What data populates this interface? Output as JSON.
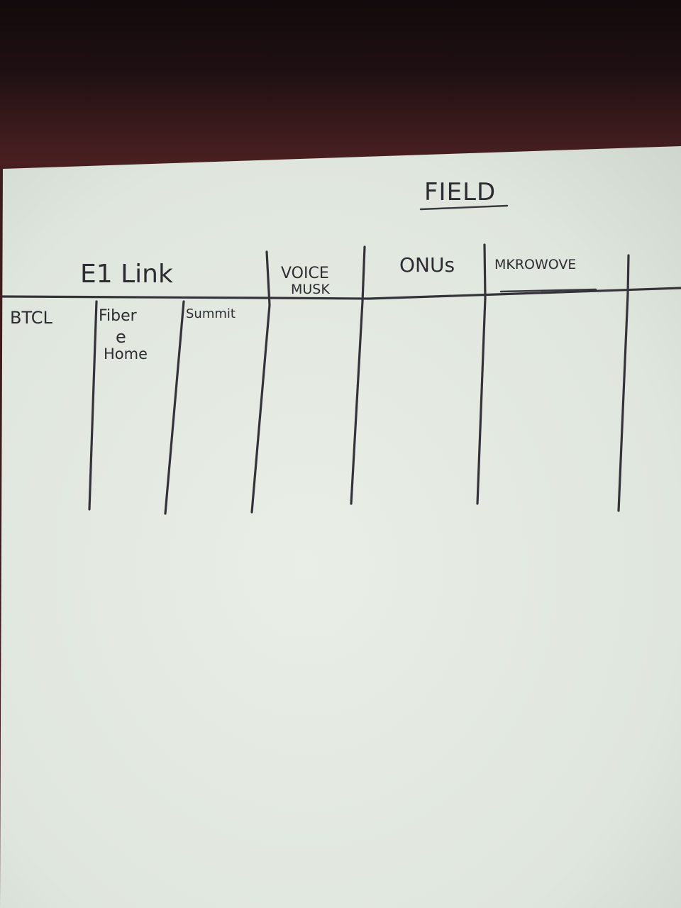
{
  "title": "FIELD",
  "header": {
    "e1_link": "E1 Link",
    "voice_musk_line1": "VOICE",
    "voice_musk_line2": "MUSK",
    "onus": "ONUs",
    "microwave": "MKROWOVE"
  },
  "row": {
    "btcl": "BTCL",
    "fiber_line1": "Fiber",
    "fiber_line2": "e",
    "fiber_line3": "Home",
    "summit": "Summit"
  },
  "colors": {
    "paper": "#e6ebe4",
    "ink": "#2e2c33",
    "background": "#3a1a1c"
  }
}
